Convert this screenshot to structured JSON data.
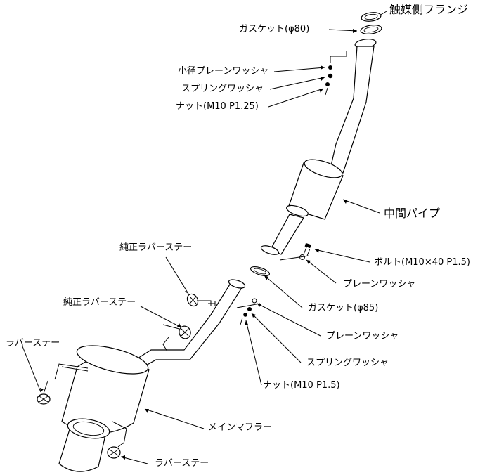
{
  "labels": {
    "catalyst_flange": "触媒側フランジ",
    "gasket_80": "ガスケット(φ80)",
    "small_washer": "小径プレーンワッシャ",
    "spring_washer_top": "スプリングワッシャ",
    "nut_top": "ナット(M10 P1.25)",
    "mid_pipe": "中間パイプ",
    "bolt": "ボルト(M10×40 P1.5)",
    "plain_washer_right": "プレーンワッシャ",
    "rubber_stay_oem_1": "純正ラバーステー",
    "rubber_stay_oem_2": "純正ラバーステー",
    "gasket_85": "ガスケット(φ85)",
    "plain_washer_lower": "プレーンワッシャ",
    "rubber_stay_left": "ラバーステー",
    "spring_washer_lower": "スプリングワッシャ",
    "nut_lower": "ナット(M10 P1.5)",
    "main_muffler": "メインマフラー",
    "rubber_stay_bottom": "ラバーステー"
  }
}
